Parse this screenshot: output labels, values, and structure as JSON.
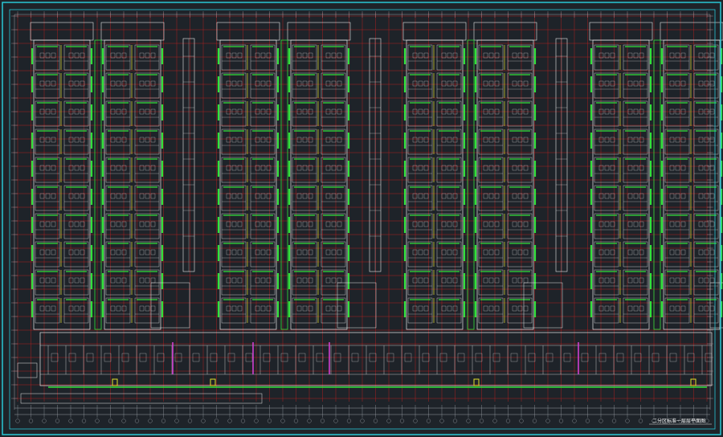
{
  "drawing": {
    "title": "二分区标准一层层平面图",
    "colors": {
      "background": "#1e2329",
      "frame": "#29c7d6",
      "grid": "#d01f1f",
      "wall": "#e8e8e8",
      "green": "#31e13b",
      "yellow": "#e3e02c",
      "magenta": "#d13fd1",
      "dim": "#9aa0a6"
    },
    "buildings": 4,
    "floors_per_block": 10
  }
}
